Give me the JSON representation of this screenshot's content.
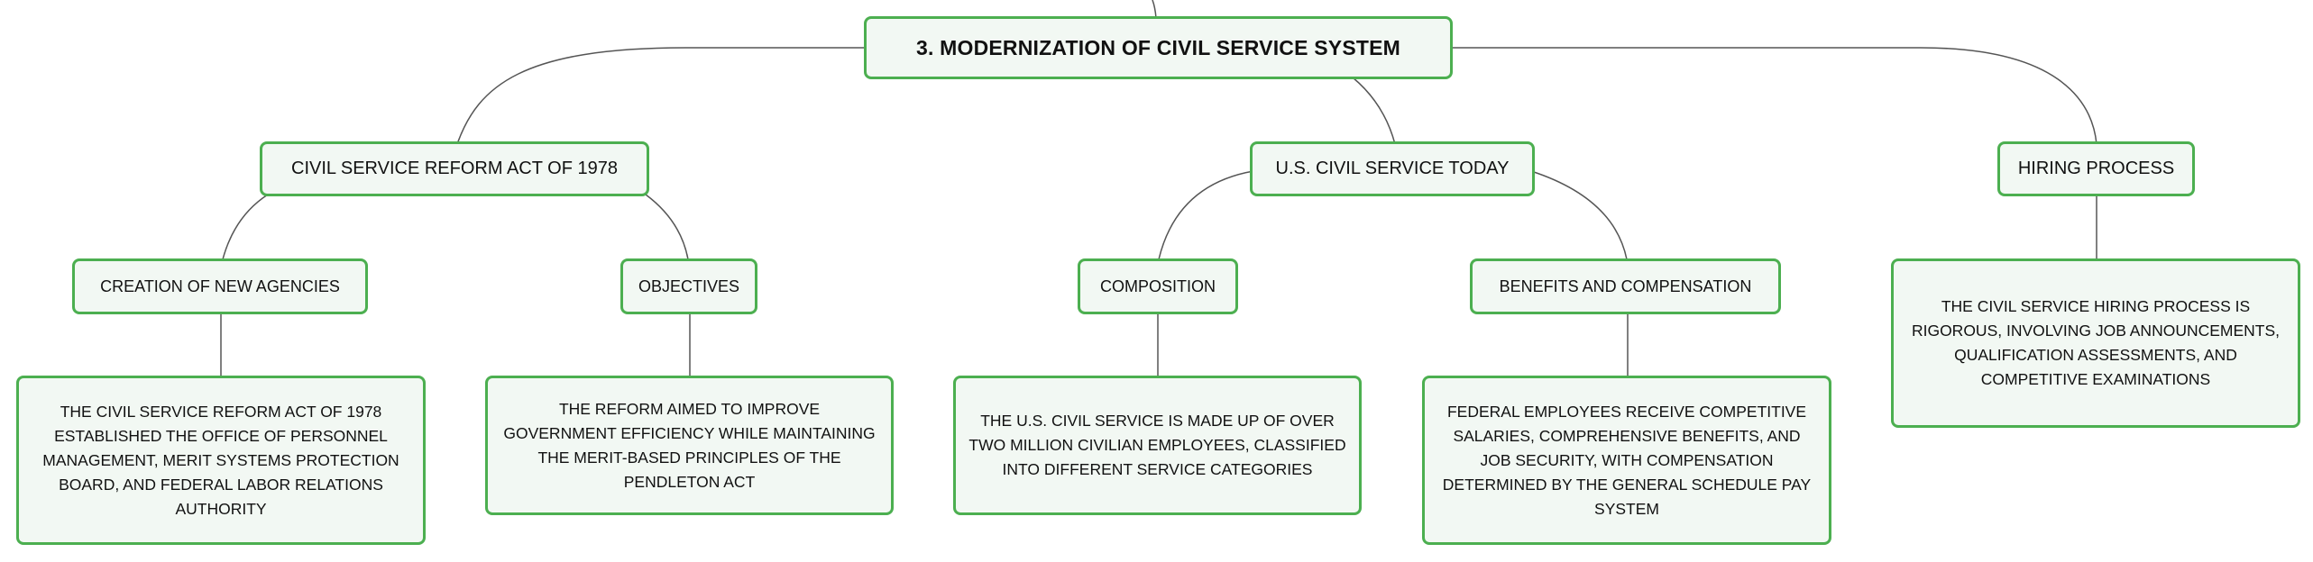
{
  "root": {
    "title": "3. MODERNIZATION OF CIVIL SERVICE SYSTEM"
  },
  "branches": [
    {
      "title": "CIVIL SERVICE REFORM ACT OF 1978",
      "children": [
        {
          "title": "CREATION OF NEW AGENCIES",
          "detail": "THE CIVIL SERVICE REFORM ACT OF 1978 ESTABLISHED THE OFFICE OF PERSONNEL MANAGEMENT, MERIT SYSTEMS PROTECTION BOARD, AND FEDERAL LABOR RELATIONS AUTHORITY"
        },
        {
          "title": "OBJECTIVES",
          "detail": "THE REFORM AIMED TO IMPROVE GOVERNMENT EFFICIENCY WHILE MAINTAINING THE MERIT-BASED PRINCIPLES OF THE PENDLETON ACT"
        }
      ]
    },
    {
      "title": "U.S. CIVIL SERVICE TODAY",
      "children": [
        {
          "title": "COMPOSITION",
          "detail": "THE U.S. CIVIL SERVICE IS MADE UP OF OVER TWO MILLION CIVILIAN EMPLOYEES, CLASSIFIED INTO DIFFERENT SERVICE CATEGORIES"
        },
        {
          "title": "BENEFITS AND COMPENSATION",
          "detail": "FEDERAL EMPLOYEES RECEIVE COMPETITIVE SALARIES, COMPREHENSIVE BENEFITS, AND JOB SECURITY, WITH COMPENSATION DETERMINED BY THE GENERAL SCHEDULE PAY SYSTEM"
        }
      ]
    },
    {
      "title": "HIRING PROCESS",
      "detail": "THE CIVIL SERVICE HIRING PROCESS IS RIGOROUS, INVOLVING JOB ANNOUNCEMENTS, QUALIFICATION ASSESSMENTS, AND COMPETITIVE EXAMINATIONS"
    }
  ],
  "colors": {
    "node_fill": "#f2f8f3",
    "node_border": "#4caf50",
    "connector": "#555555"
  }
}
